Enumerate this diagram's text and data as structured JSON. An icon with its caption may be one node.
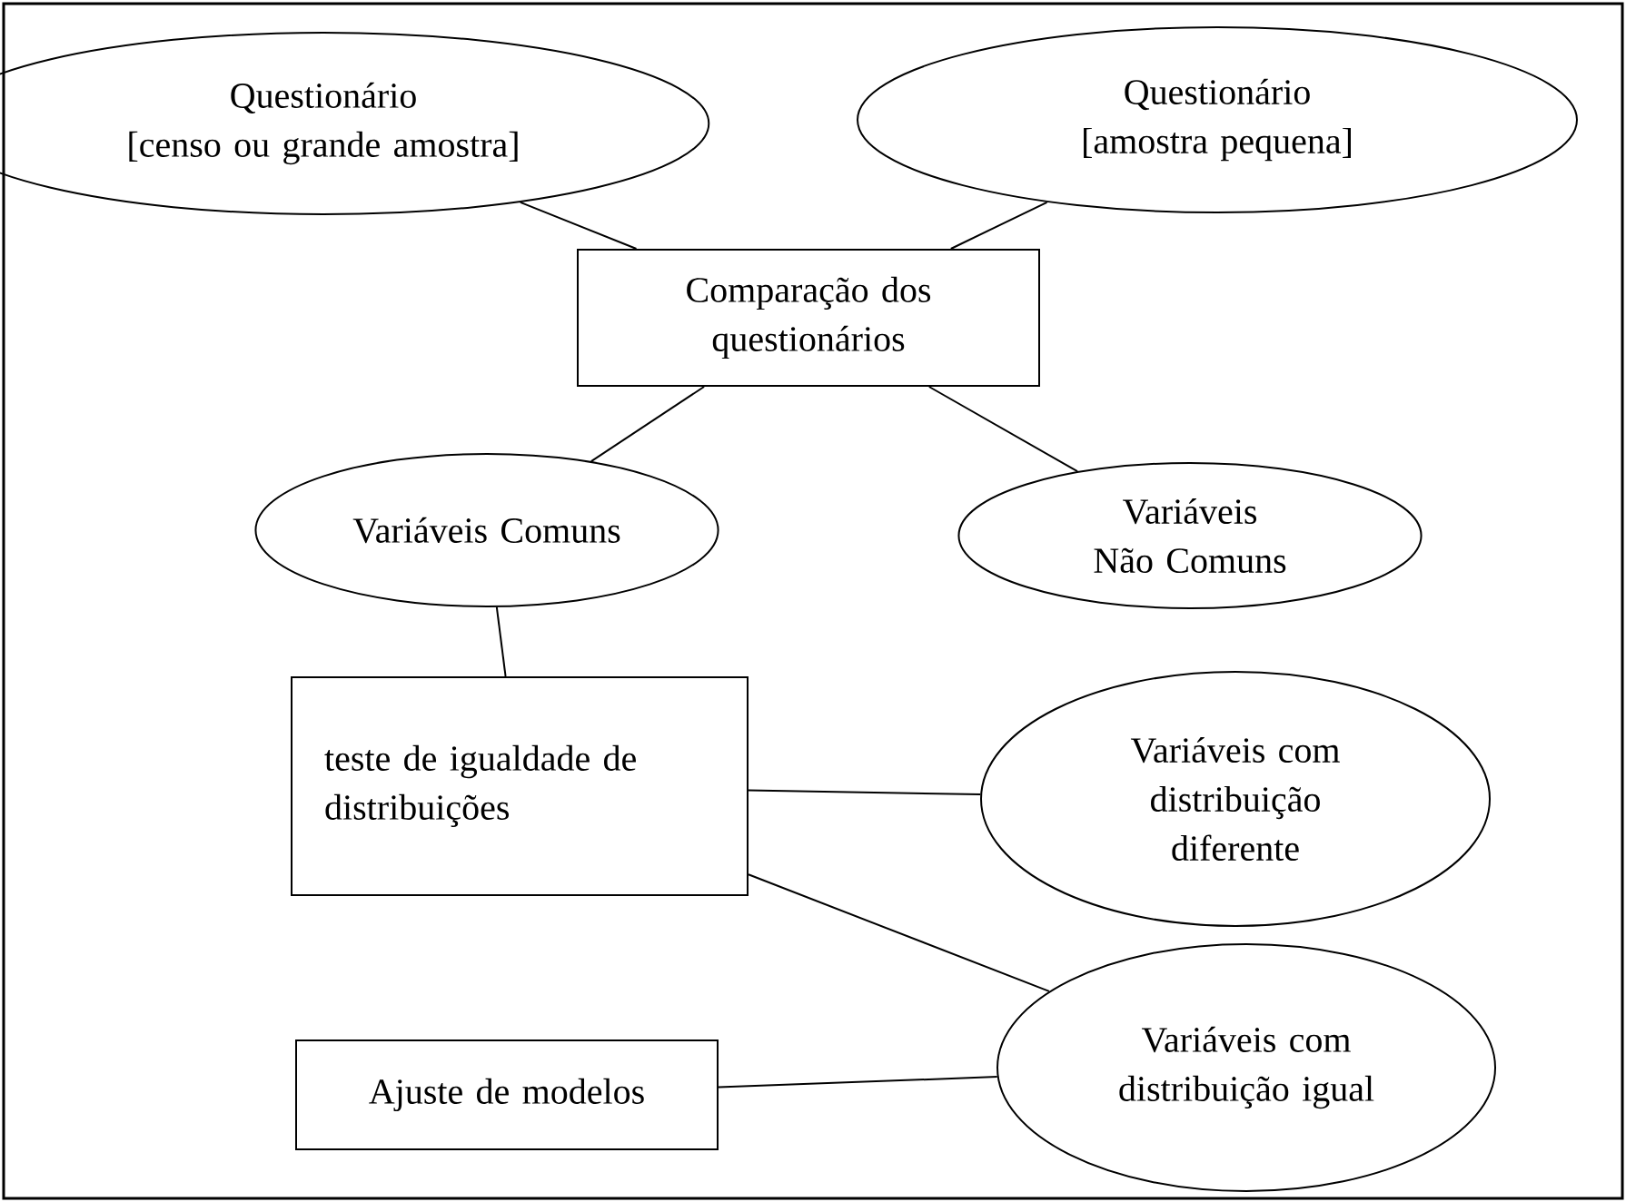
{
  "diagram": {
    "nodes": [
      {
        "text": [
          "Questionário",
          "[censo ou grande amostra]"
        ]
      },
      {
        "text": [
          "Questionário",
          "[amostra pequena]"
        ]
      },
      {
        "text": [
          "Comparação dos questionários"
        ]
      },
      {
        "text": [
          "Variáveis Comuns"
        ]
      },
      {
        "text": [
          "Variáveis Não Comuns"
        ]
      },
      {
        "text": [
          "teste de igualdade de distribuições"
        ]
      },
      {
        "text": [
          "Variáveis com distribuição diferente"
        ]
      },
      {
        "text": [
          "Variáveis com distribuição igual"
        ]
      },
      {
        "text": [
          "Ajuste de modelos"
        ]
      }
    ],
    "edges": [
      {
        "from": 0,
        "to": 2,
        "arrow": "none"
      },
      {
        "from": 1,
        "to": 2,
        "arrow": "none"
      },
      {
        "from": 2,
        "to": 3,
        "arrow": "none"
      },
      {
        "from": 2,
        "to": 4,
        "arrow": "none"
      },
      {
        "from": 3,
        "to": 5,
        "arrow": "none"
      },
      {
        "from": 5,
        "to": 6,
        "arrow": "none"
      },
      {
        "from": 5,
        "to": 7,
        "arrow": "none"
      },
      {
        "from": 8,
        "to": 7,
        "arrow": "none"
      }
    ]
  }
}
